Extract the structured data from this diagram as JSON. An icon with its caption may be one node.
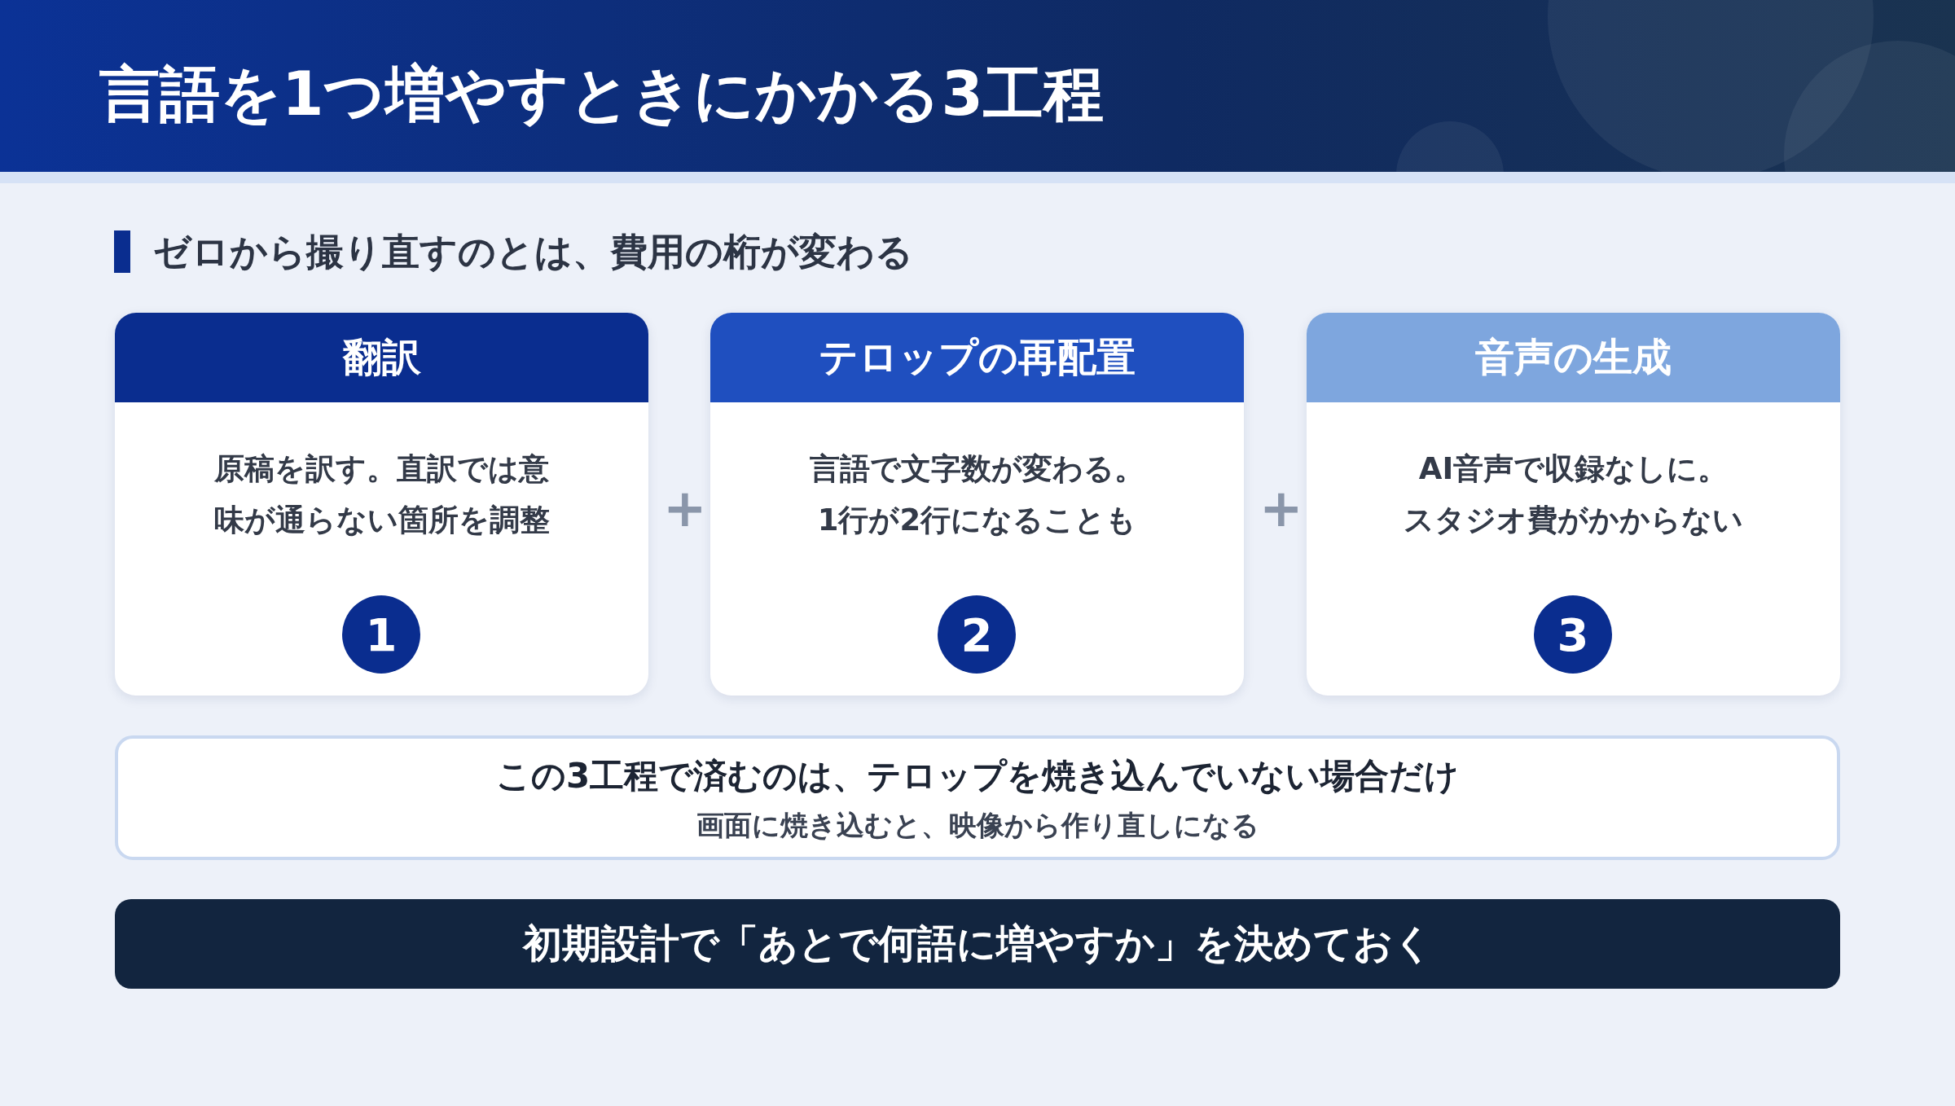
{
  "diagram": {
    "title": "言語を1つ増やすときにかかる3工程",
    "nodes": [
      {
        "text": [
          "翻訳",
          "原稿を訳す。直訳では意味が通らない箇所を調整"
        ]
      },
      {
        "text": [
          "1"
        ],
        "in": 0
      },
      {
        "text": [
          "テロップの再配置",
          "言語で文字数が変わる。1行が2行になることも"
        ]
      },
      {
        "text": [
          "2"
        ],
        "in": 2
      },
      {
        "text": [
          "音声の生成",
          "AI音声で収録なしに。スタジオ費がかからない"
        ]
      },
      {
        "text": [
          "3"
        ],
        "in": 4
      },
      {
        "text": [
          "この3工程で済むのは、テロップを焼き込んでいない場合だけ",
          "画面に焼き込むと、映像から作り直しになる"
        ]
      },
      {
        "text": [
          "初期設計で「あとで何語に増やすか」を決めておく"
        ]
      }
    ],
    "labels": [
      "ゼロから撮り直すのとは、費用の桁が変わる",
      "+",
      "+"
    ]
  }
}
